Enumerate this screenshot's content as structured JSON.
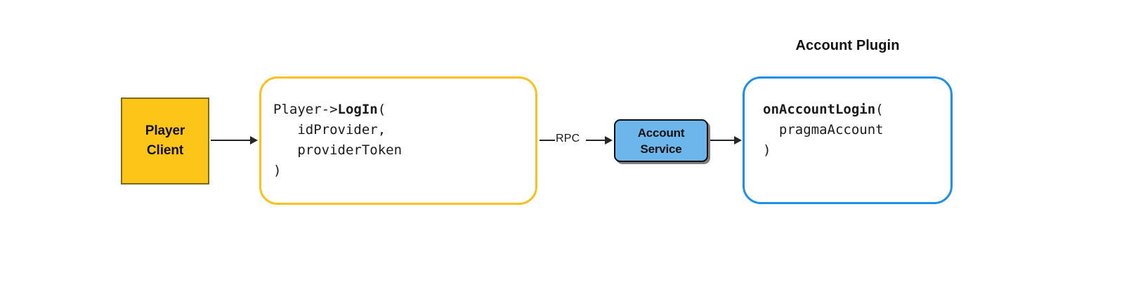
{
  "diagram": {
    "background": "#ffffff",
    "title": "Account Plugin"
  },
  "player_client": {
    "line1": "Player",
    "line2": "Client",
    "fill": "#FCC517",
    "border": "#7C6B1E"
  },
  "client_code": {
    "line1_pre": "Player->",
    "line1_bold": "LogIn",
    "line1_post": "(",
    "line2": "   idProvider,",
    "line3": "   providerToken",
    "line4": ")",
    "border": "#FBC01C"
  },
  "account_service": {
    "line1": "Account",
    "line2": "Service",
    "fill": "#6DB6EC",
    "border": "#0d0d0d"
  },
  "plugin_code": {
    "line1_bold": "onAccountLogin",
    "line1_post": "(",
    "line2": "  pragmaAccount",
    "line3": ")",
    "border": "#1D8FE8"
  },
  "connectors": {
    "rpc_label": "RPC",
    "stroke": "#262626"
  }
}
